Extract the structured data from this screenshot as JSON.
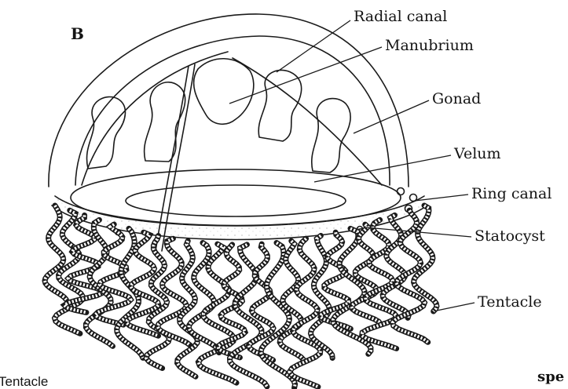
{
  "figure": {
    "panel_letter": "B",
    "labels": {
      "radial_canal": "Radial canal",
      "manubrium": "Manubrium",
      "gonad": "Gonad",
      "velum": "Velum",
      "ring_canal": "Ring canal",
      "statocyst": "Statocyst",
      "tentacle": "Tentacle"
    },
    "edge_text": {
      "bottom_left": "Tentacle",
      "bottom_right": "spe"
    }
  }
}
